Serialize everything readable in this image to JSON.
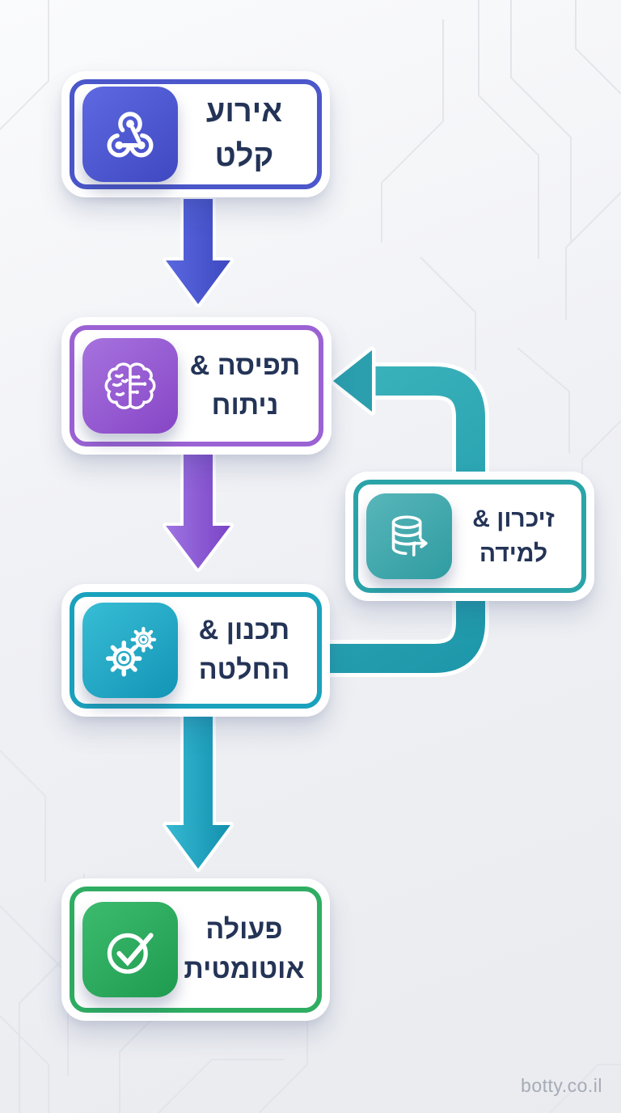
{
  "watermark": "botty.co.il",
  "colors": {
    "background": "#eef0f4",
    "text": "#243457",
    "indigo": "#4b57cb",
    "purple": "#9b62d4",
    "teal": "#1aa2bd",
    "memory_teal": "#2ba4a9",
    "green": "#2fad62",
    "loop_arrow": "#2b9fae",
    "watermark_gray": "#a6abb6"
  },
  "nodes": {
    "input_event": {
      "label": "אירוע קלט",
      "icon": "webhook-icon"
    },
    "perception": {
      "line1": "תפיסה &",
      "line2": "ניתוח",
      "icon": "brain-icon"
    },
    "planning": {
      "line1": "תכנון &",
      "line2": "החלטה",
      "icon": "gears-icon"
    },
    "memory": {
      "line1": "זיכרון &",
      "line2": "למידה",
      "icon": "database-icon"
    },
    "action": {
      "line1": "פעולה",
      "line2": "אוטומטית",
      "icon": "check-icon"
    }
  },
  "flow": {
    "edges": [
      {
        "from": "input_event",
        "to": "perception",
        "style": "down-arrow"
      },
      {
        "from": "perception",
        "to": "planning",
        "style": "down-arrow"
      },
      {
        "from": "planning",
        "to": "memory",
        "style": "loop-connector"
      },
      {
        "from": "memory",
        "to": "perception",
        "style": "loop-arrow"
      },
      {
        "from": "planning",
        "to": "action",
        "style": "down-arrow"
      }
    ]
  }
}
